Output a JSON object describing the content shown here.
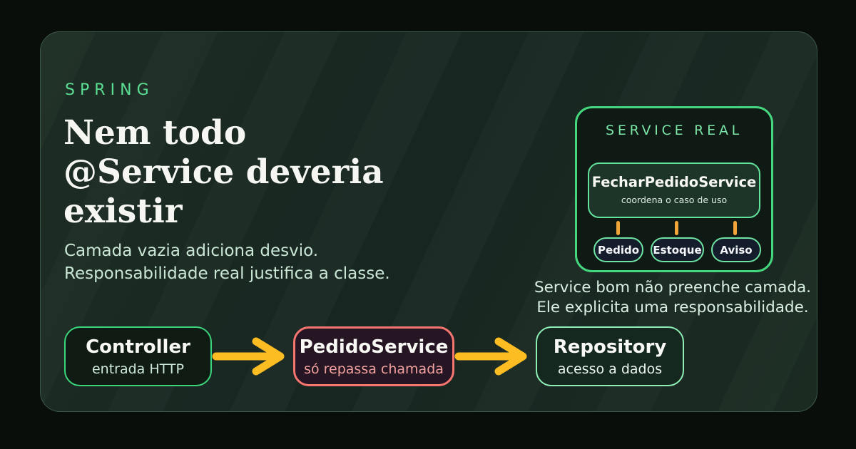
{
  "card": {
    "kicker": "SPRING",
    "title_line1": "Nem todo",
    "title_line2": "@Service deveria",
    "title_line3": "existir",
    "subtitle_line1": "Camada vazia adiciona desvio.",
    "subtitle_line2": "Responsabilidade real justifica a classe."
  },
  "service_panel": {
    "heading": "SERVICE REAL",
    "service_box": {
      "name": "FecharPedidoService",
      "description": "coordena o caso de uso"
    },
    "dependencies": [
      {
        "label": "Pedido"
      },
      {
        "label": "Estoque"
      },
      {
        "label": "Aviso"
      }
    ],
    "caption_line1": "Service bom não preenche camada.",
    "caption_line2": "Ele explicita uma responsabilidade."
  },
  "flow": {
    "nodes": [
      {
        "title": "Controller",
        "subtitle": "entrada HTTP"
      },
      {
        "title": "PedidoService",
        "subtitle": "só repassa chamada"
      },
      {
        "title": "Repository",
        "subtitle": "acesso a dados"
      }
    ]
  },
  "colors": {
    "page_bg": "#0a0e0b",
    "card_bg": "#1a2921",
    "accent_green": "#5bdd92",
    "panel_border_green": "#45d77e",
    "mint_border": "#8feeb6",
    "alert_red": "#f4766f",
    "arrow_amber": "#fbbd22",
    "connector_amber": "#f2a63a",
    "chip_bg": "#151d2c",
    "text_white": "#f6f7f2",
    "text_soft_green": "#c9e6d4"
  }
}
